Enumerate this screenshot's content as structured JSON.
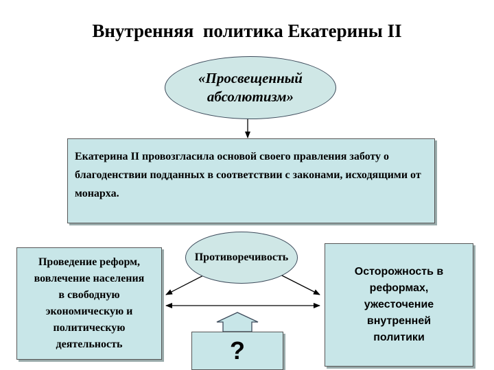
{
  "title": "Внутренняя  политика Екатерины II",
  "top_ellipse": {
    "text": "«Просвещенный\nабсолютизм»"
  },
  "main_box": {
    "text": "Екатерина II провозгласила основой своего правления заботу о благоденствии подданных в соответствии с законами, исходящими от монарха."
  },
  "contradiction": {
    "text": "Противоречивость"
  },
  "left_box": {
    "text": "Проведение реформ,\nвовлечение населения\nв свободную\nэкономическую и\nполитическую\nдеятельность"
  },
  "right_box": {
    "text": "Осторожность в\nреформах,\nужесточение\nвнутренней\nполитики"
  },
  "question_box": {
    "text": "?"
  },
  "colors": {
    "shape_fill": "#cfe7e6",
    "box_fill": "#c8e6e8",
    "outline": "#3c4a5a"
  }
}
